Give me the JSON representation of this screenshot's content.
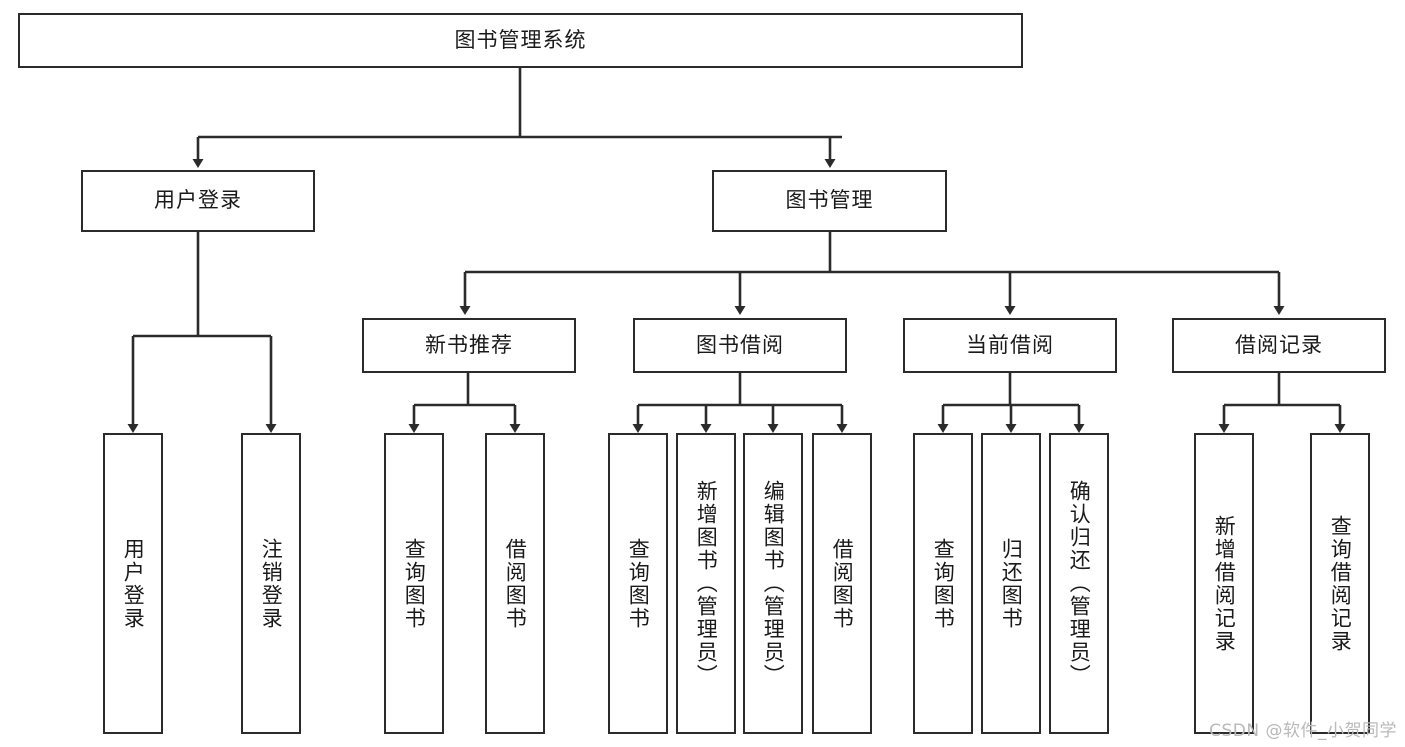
{
  "diagram": {
    "title_node": {
      "label": "图书管理系统"
    },
    "level2": [
      {
        "id": "user-login",
        "label": "用户登录"
      },
      {
        "id": "book-manage",
        "label": "图书管理"
      }
    ],
    "level3": [
      {
        "id": "new-book-recommend",
        "label": "新书推荐"
      },
      {
        "id": "book-borrow",
        "label": "图书借阅"
      },
      {
        "id": "current-borrow",
        "label": "当前借阅"
      },
      {
        "id": "borrow-record",
        "label": "借阅记录"
      }
    ],
    "leaves": {
      "user_login": [
        {
          "id": "leaf-user-login",
          "label": "用户登录"
        },
        {
          "id": "leaf-logout-login",
          "label": "注销登录"
        }
      ],
      "new_book_recommend": [
        {
          "id": "leaf-query-book-1",
          "label": "查询图书"
        },
        {
          "id": "leaf-borrow-book-1",
          "label": "借阅图书"
        }
      ],
      "book_borrow": [
        {
          "id": "leaf-query-book-2",
          "label": "查询图书"
        },
        {
          "id": "leaf-add-book",
          "label": "新增图书（管理员）"
        },
        {
          "id": "leaf-edit-book",
          "label": "编辑图书（管理员）"
        },
        {
          "id": "leaf-borrow-book-2",
          "label": "借阅图书"
        }
      ],
      "current_borrow": [
        {
          "id": "leaf-query-book-3",
          "label": "查询图书"
        },
        {
          "id": "leaf-return-book",
          "label": "归还图书"
        },
        {
          "id": "leaf-confirm-return",
          "label": "确认归还（管理员）"
        }
      ],
      "borrow_record": [
        {
          "id": "leaf-add-record",
          "label": "新增借阅记录"
        },
        {
          "id": "leaf-query-record",
          "label": "查询借阅记录"
        }
      ]
    },
    "watermark": "CSDN @软件_小贺同学",
    "colors": {
      "stroke": "#2b2b2b",
      "fill": "#ffffff",
      "text": "#1a1a1a",
      "watermark": "#b9b9b9"
    }
  }
}
